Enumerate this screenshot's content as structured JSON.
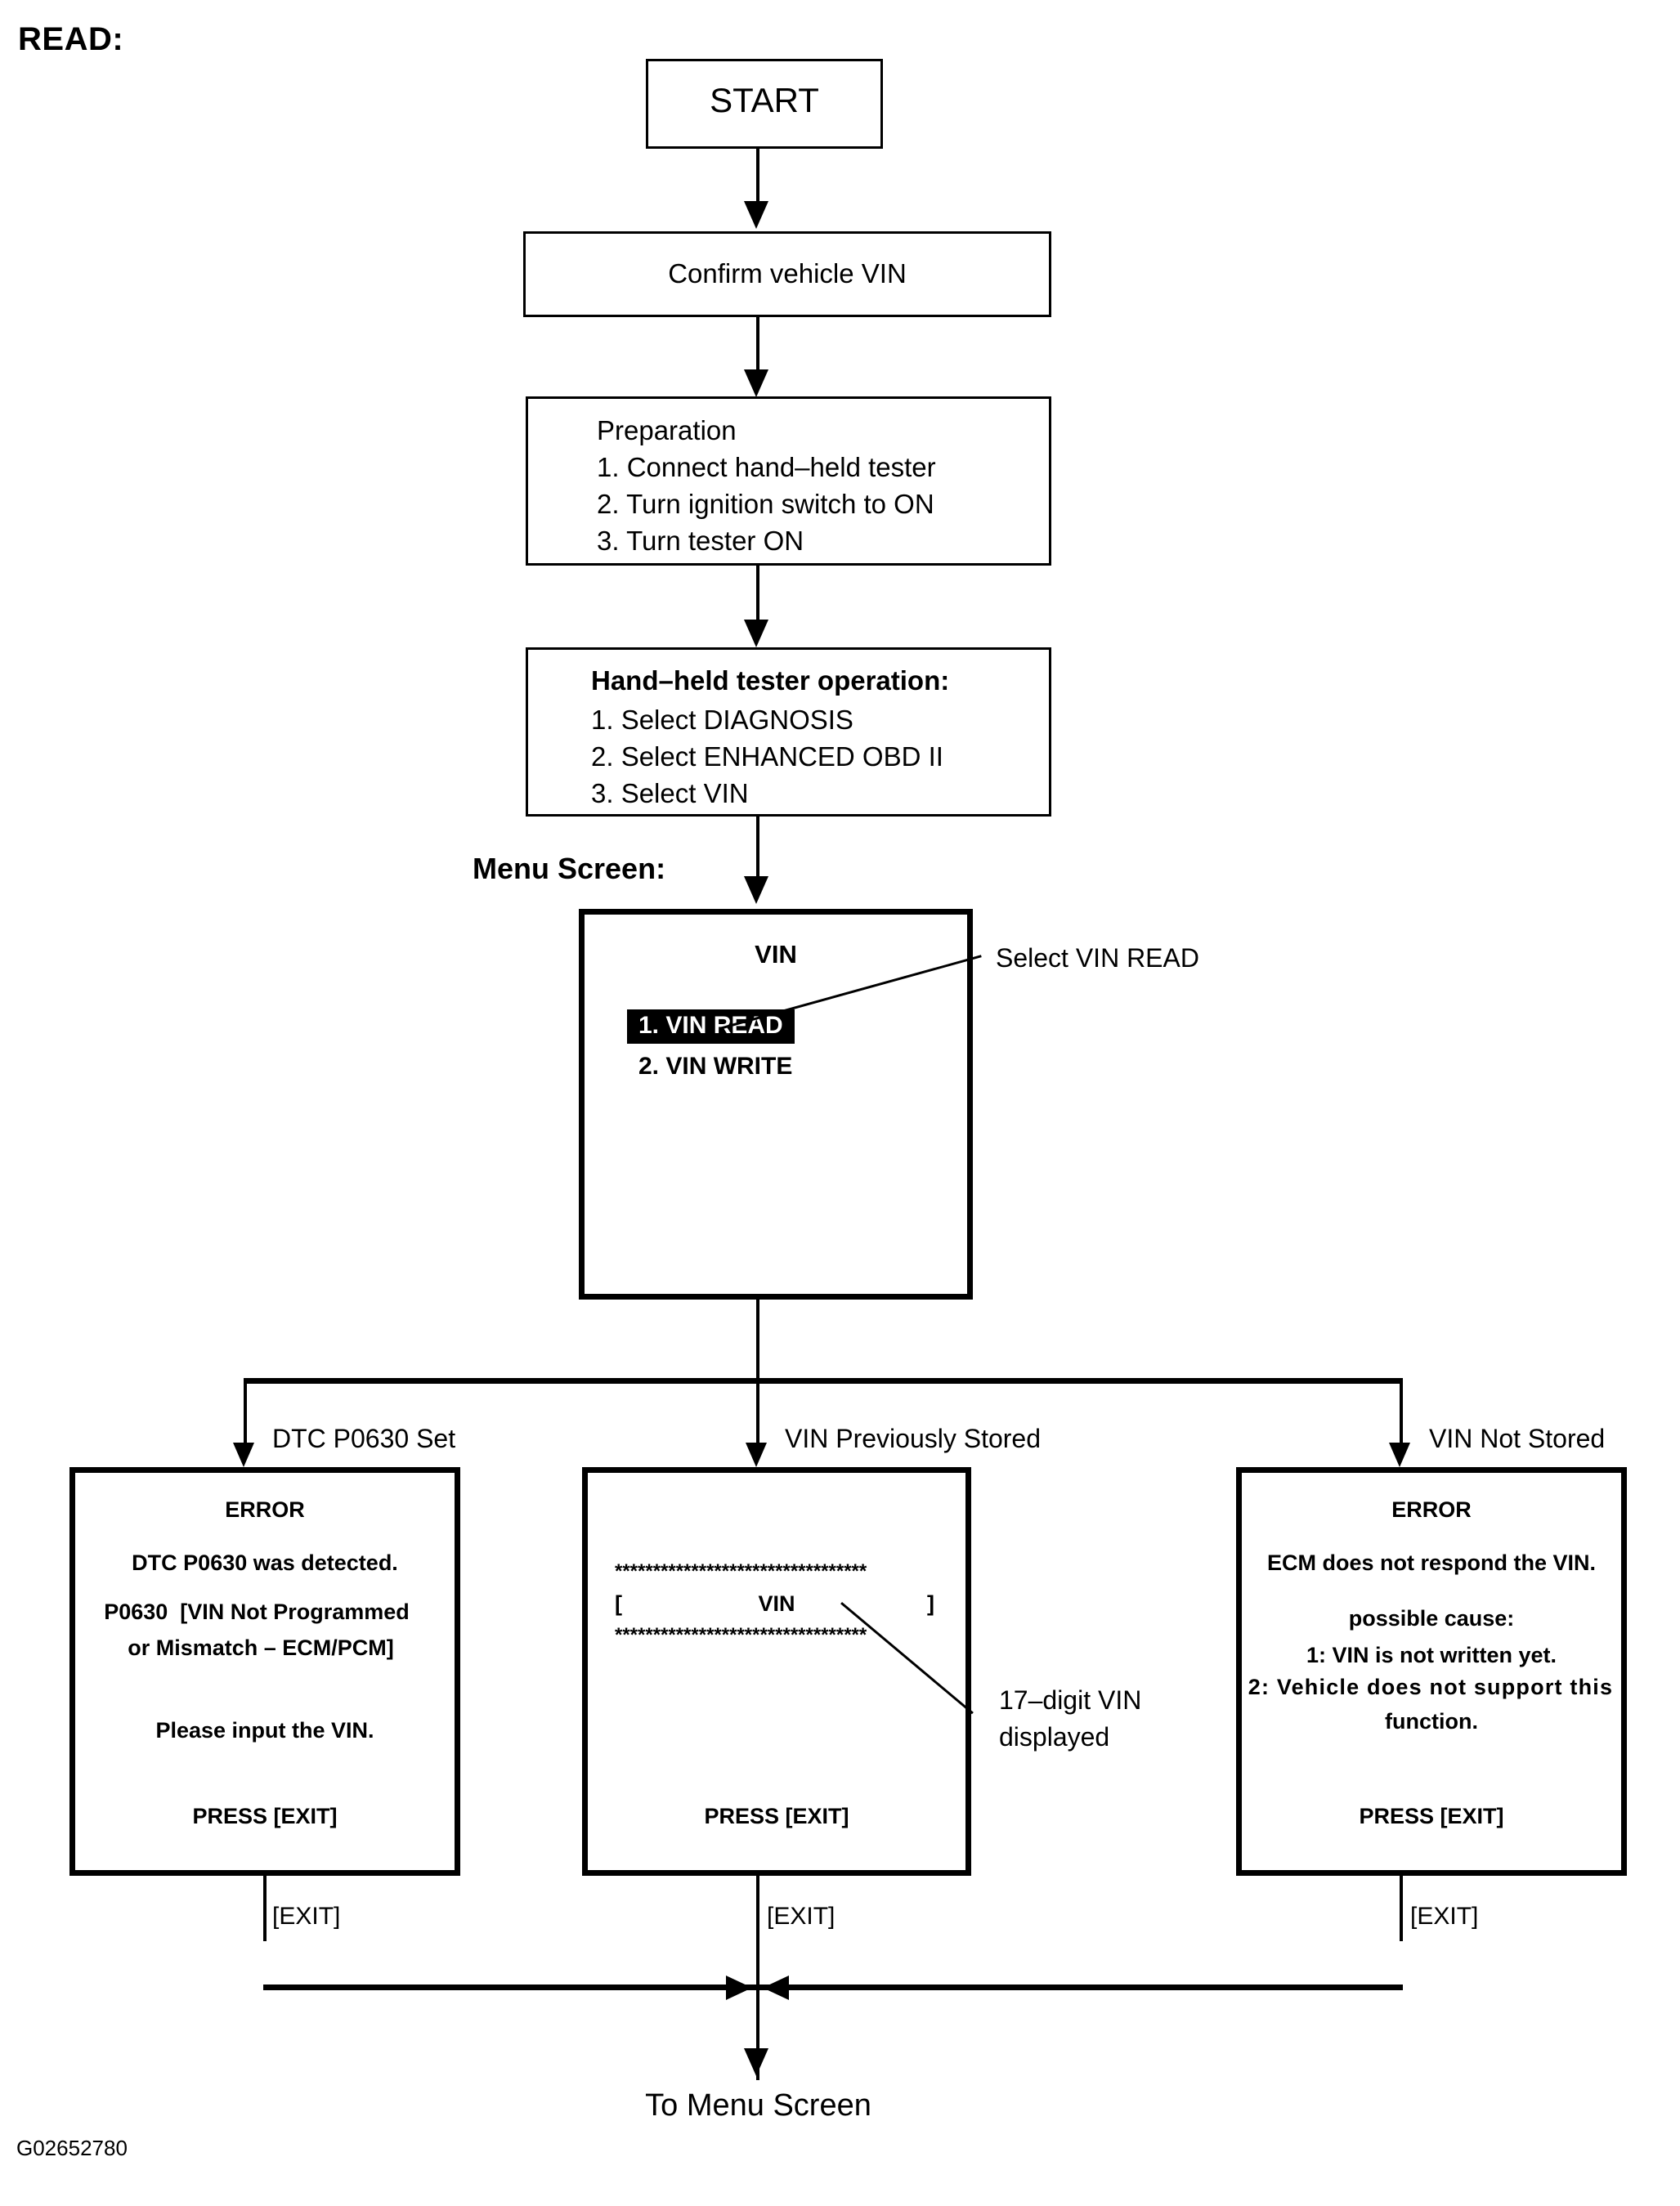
{
  "page": {
    "title": "READ:",
    "figure_id": "G02652780"
  },
  "flow": {
    "start_box": {
      "label": "START"
    },
    "confirm_box": {
      "label": "Confirm vehicle VIN"
    },
    "preparation_box": {
      "heading": "Preparation",
      "step1": "1. Connect hand–held tester",
      "step2": "2. Turn ignition switch to ON",
      "step3": "3. Turn tester ON"
    },
    "tester_box": {
      "heading": "Hand–held tester operation:",
      "step1": "1. Select DIAGNOSIS",
      "step2": "2. Select ENHANCED OBD II",
      "step3": "3. Select VIN"
    },
    "menu_screen": {
      "section_label": "Menu Screen:",
      "title": "VIN",
      "item_1": "1. VIN READ",
      "item_2": "2. VIN WRITE",
      "callout": "Select VIN READ"
    },
    "branches": {
      "left_label": "DTC P0630 Set",
      "middle_label": "VIN Previously Stored",
      "right_label": "VIN Not Stored"
    },
    "error_dtc_box": {
      "title": "ERROR",
      "line1": "DTC P0630 was detected.",
      "line2": "P0630  [VIN Not Programmed",
      "line3": "or Mismatch – ECM/PCM]",
      "line4": "Please input the VIN.",
      "footer": "PRESS [EXIT]"
    },
    "vin_stored_box": {
      "stars_top": "*********************************",
      "bracket_open": "[",
      "vin_label": "VIN",
      "bracket_close": "]",
      "stars_bottom": "*********************************",
      "footer": "PRESS [EXIT]",
      "callout_line1": "17–digit VIN",
      "callout_line2": "displayed"
    },
    "error_nostore_box": {
      "title": "ERROR",
      "line1": "ECM does not respond the VIN.",
      "line2": "possible cause:",
      "line3": "1: VIN is not written yet.",
      "line4": "2: Vehicle does not support this",
      "line5": "function.",
      "footer": "PRESS [EXIT]"
    },
    "exit_labels": {
      "left": "[EXIT]",
      "middle": "[EXIT]",
      "right": "[EXIT]"
    },
    "terminus": {
      "label": "To Menu Screen"
    }
  },
  "colors": {
    "ink": "#000000",
    "paper": "#ffffff",
    "highlight_bg": "#000000",
    "highlight_fg": "#ffffff"
  }
}
